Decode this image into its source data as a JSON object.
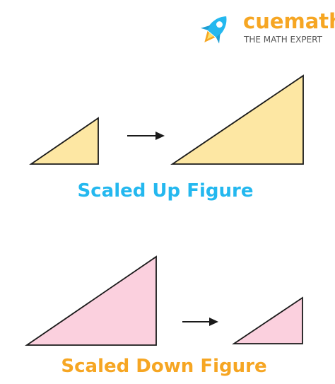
{
  "logo": {
    "brand_name": "cuemath",
    "tagline": "THE MATH EXPERT",
    "icon": "rocket-icon"
  },
  "scaled_up": {
    "caption": "Scaled Up Figure",
    "fill_color": "#fde7a3",
    "caption_color": "#24b8ef"
  },
  "scaled_down": {
    "caption": "Scaled Down Figure",
    "fill_color": "#fbd0de",
    "caption_color": "#f6a623"
  },
  "colors": {
    "brand": "#f6a623",
    "outline": "#1a1a1a"
  }
}
